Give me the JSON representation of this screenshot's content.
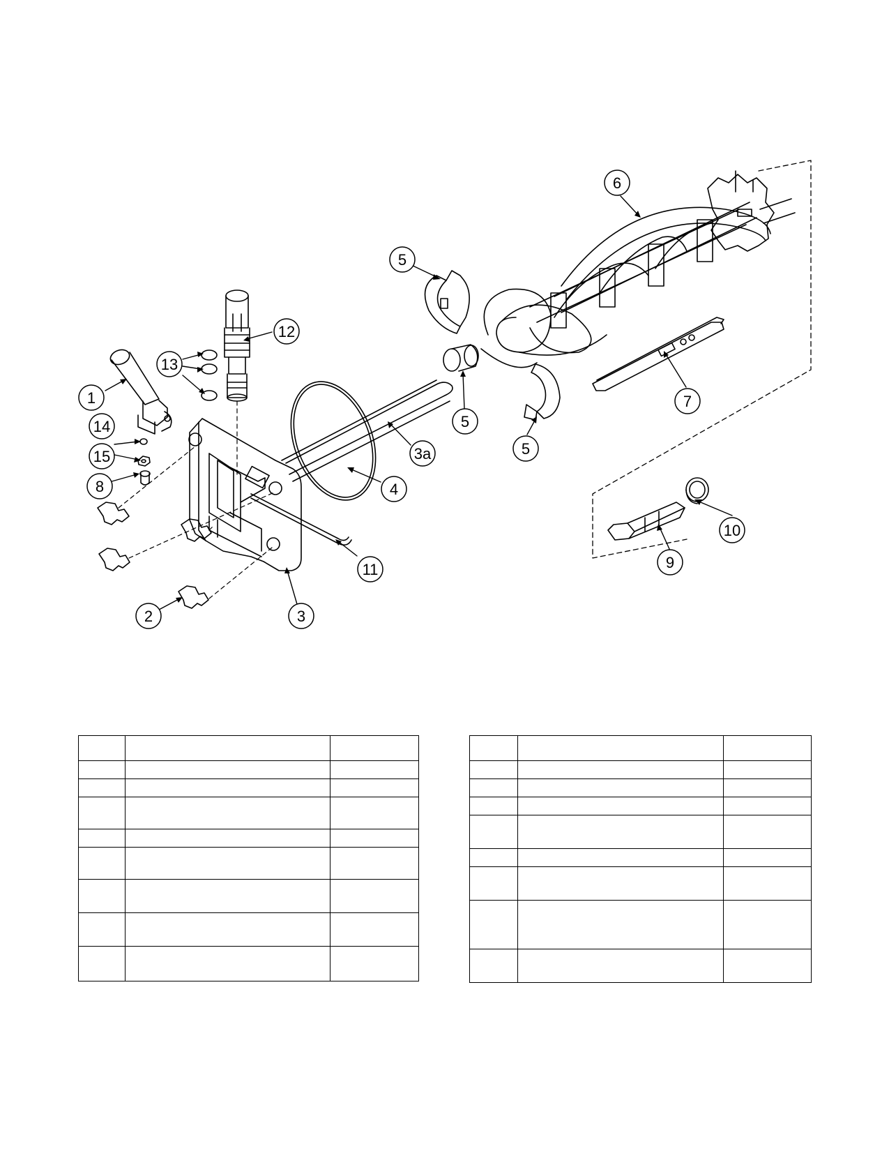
{
  "callouts": [
    {
      "id": "1",
      "label": "1"
    },
    {
      "id": "2",
      "label": "2"
    },
    {
      "id": "3",
      "label": "3"
    },
    {
      "id": "3a",
      "label": "3a"
    },
    {
      "id": "4",
      "label": "4"
    },
    {
      "id": "5a",
      "label": "5"
    },
    {
      "id": "5b",
      "label": "5"
    },
    {
      "id": "5c",
      "label": "5"
    },
    {
      "id": "6",
      "label": "6"
    },
    {
      "id": "7",
      "label": "7"
    },
    {
      "id": "8",
      "label": "8"
    },
    {
      "id": "9",
      "label": "9"
    },
    {
      "id": "10",
      "label": "10"
    },
    {
      "id": "11",
      "label": "11"
    },
    {
      "id": "12",
      "label": "12"
    },
    {
      "id": "13",
      "label": "13"
    },
    {
      "id": "14",
      "label": "14"
    },
    {
      "id": "15",
      "label": "15"
    }
  ],
  "tables": {
    "left": {
      "row_count": 8
    },
    "right": {
      "row_count": 8
    }
  }
}
